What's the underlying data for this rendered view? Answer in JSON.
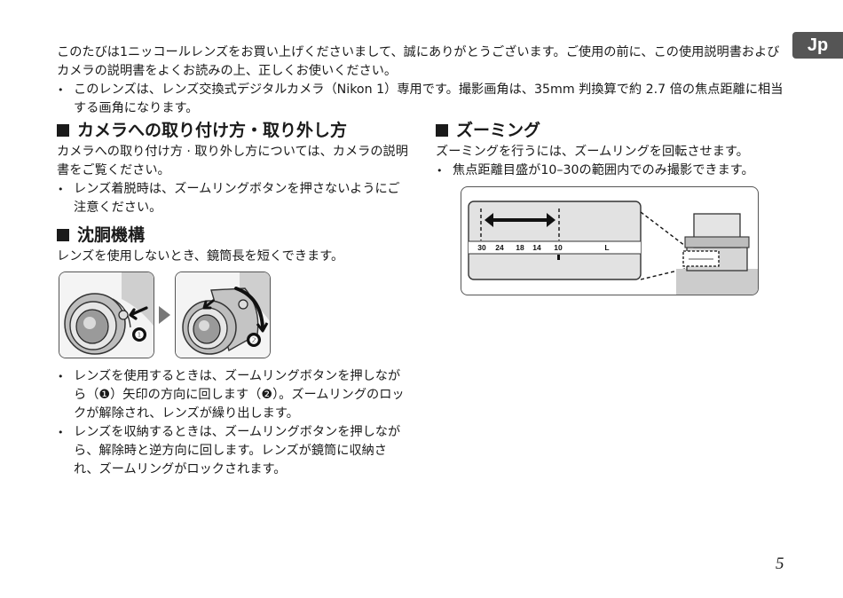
{
  "lang_tab": "Jp",
  "intro": {
    "text": "このたびは1ニッコールレンズをお買い上げくださいまして、誠にありがとうございます。ご使用の前に、この使用説明書およびカメラの説明書をよくお読みの上、正しくお使いください。",
    "bullet": "このレンズは、レンズ交換式デジタルカメラ（Nikon 1）専用です。撮影画角は、35mm 判換算で約 2.7 倍の焦点距離に相当する画角になります。"
  },
  "attach": {
    "heading": "カメラへの取り付け方・取り外し方",
    "text": "カメラへの取り付け方 · 取り外し方については、カメラの説明書をご覧ください。",
    "bullet": "レンズ着脱時は、ズームリングボタンを押さないようにご注意ください。"
  },
  "retract": {
    "heading": "沈胴機構",
    "text": "レンズを使用しないとき、鏡筒長を短くできます。",
    "figure": {
      "label_1": "❶",
      "label_2": "❷"
    },
    "bullets": [
      "レンズを使用するときは、ズームリングボタンを押しながら（❶）矢印の方向に回します（❷）。ズームリングのロックが解除され、レンズが繰り出します。",
      "レンズを収納するときは、ズームリングボタンを押しながら、解除時と逆方向に回します。レンズが鏡筒に収納され、ズームリングがロックされます。"
    ]
  },
  "zoom": {
    "heading": "ズーミング",
    "text": "ズーミングを行うには、ズームリングを回転させます。",
    "bullet": "焦点距離目盛が10–30の範囲内でのみ撮影できます。",
    "scale_labels": [
      "30",
      "24",
      "18",
      "14",
      "10",
      "L"
    ]
  },
  "page_number": "5"
}
